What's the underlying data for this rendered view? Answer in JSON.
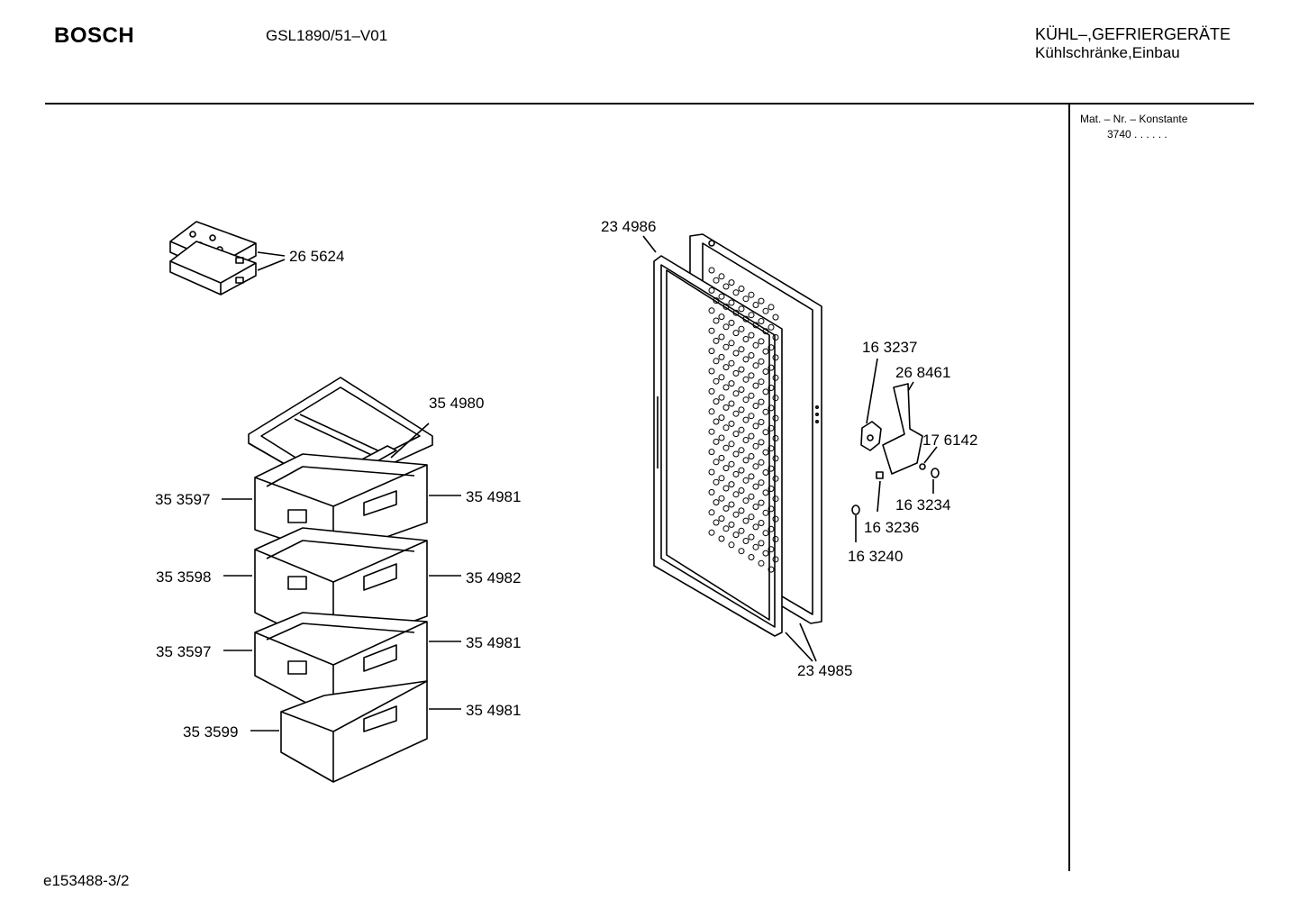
{
  "header": {
    "brand": "BOSCH",
    "model": "GSL1890/51–V01",
    "category_line1": "KÜHL–,GEFRIERGERÄTE",
    "category_line2": "Kühlschränke,Einbau"
  },
  "side_panel": {
    "label": "Mat. – Nr. – Konstante",
    "value": "3740 . . . . . ."
  },
  "footer": {
    "doc_id": "e153488-3/2"
  },
  "parts": [
    {
      "id": "p-265624",
      "number": "26 5624"
    },
    {
      "id": "p-354980",
      "number": "35 4980"
    },
    {
      "id": "p-353597-a",
      "number": "35 3597"
    },
    {
      "id": "p-354981-a",
      "number": "35 4981"
    },
    {
      "id": "p-353598",
      "number": "35 3598"
    },
    {
      "id": "p-354982",
      "number": "35 4982"
    },
    {
      "id": "p-353597-b",
      "number": "35 3597"
    },
    {
      "id": "p-354981-b",
      "number": "35 4981"
    },
    {
      "id": "p-353599",
      "number": "35 3599"
    },
    {
      "id": "p-354981-c",
      "number": "35 4981"
    },
    {
      "id": "p-234986",
      "number": "23 4986"
    },
    {
      "id": "p-234985",
      "number": "23 4985"
    },
    {
      "id": "p-163237",
      "number": "16 3237"
    },
    {
      "id": "p-268461",
      "number": "26 8461"
    },
    {
      "id": "p-176142",
      "number": "17 6142"
    },
    {
      "id": "p-163234",
      "number": "16 3234"
    },
    {
      "id": "p-163236",
      "number": "16 3236"
    },
    {
      "id": "p-163240",
      "number": "16 3240"
    }
  ]
}
